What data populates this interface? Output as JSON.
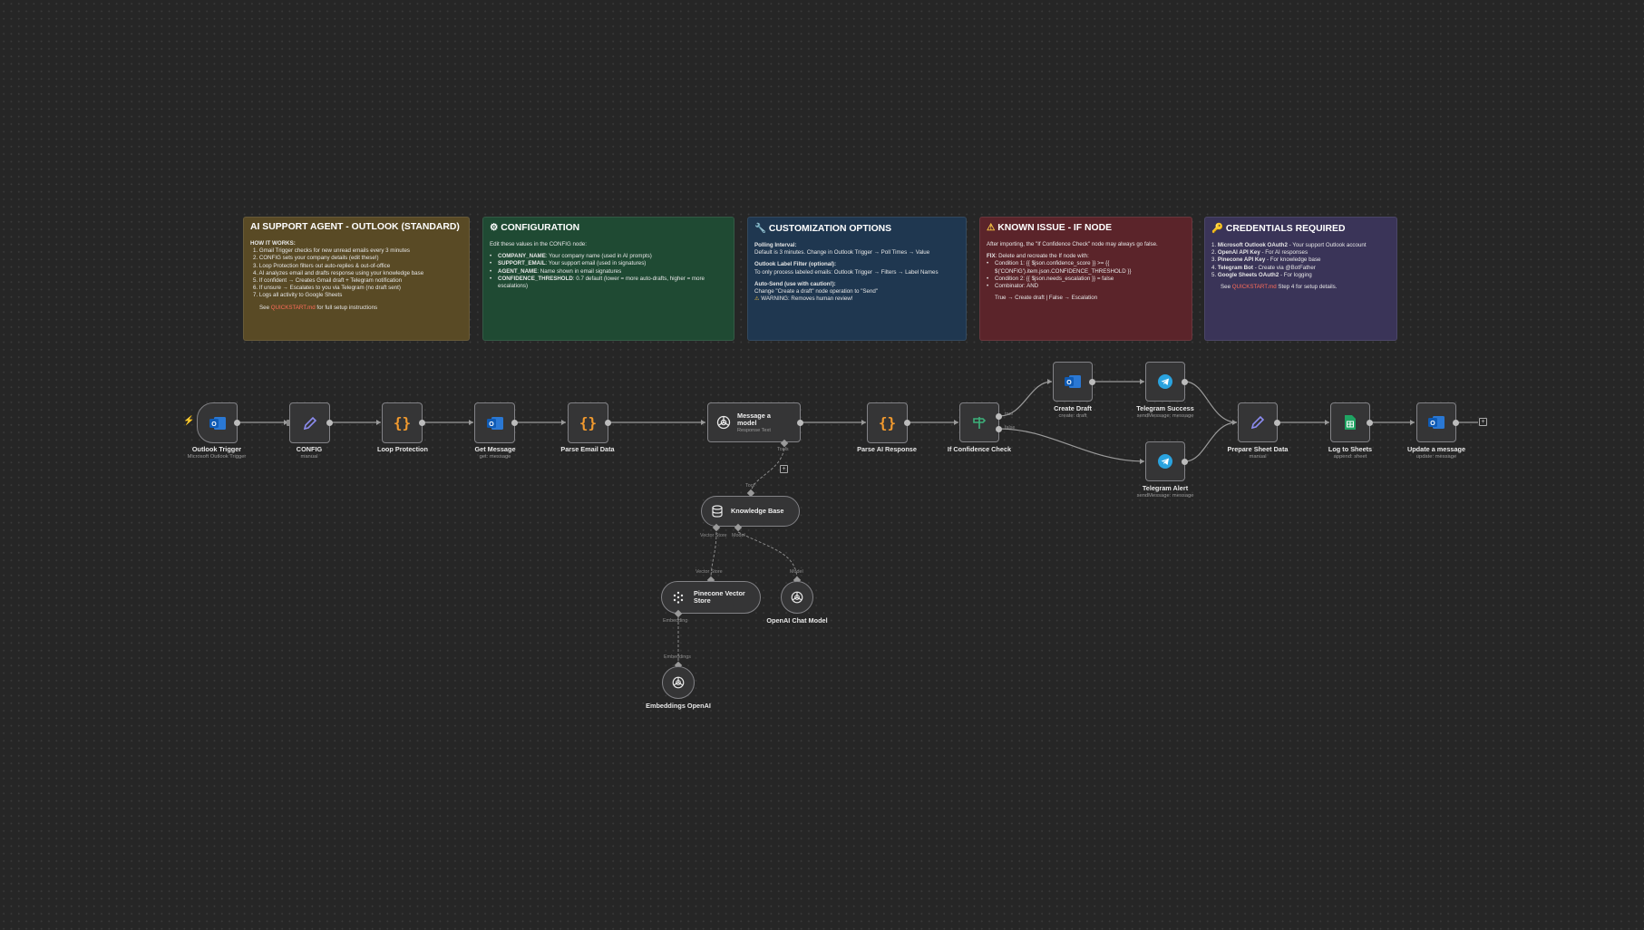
{
  "canvas": {
    "background": "#262626",
    "edge_color": "#9a9a9a",
    "trigger_bolt_color": "#ff6d5a"
  },
  "sticky_notes": {
    "n1": {
      "color": "#594a25",
      "title": "AI SUPPORT AGENT - OUTLOOK (STANDARD)",
      "l0": "HOW IT WORKS:",
      "l1": "1. Gmail Trigger checks for new unread emails every 3 minutes",
      "l2": "2. CONFIG sets your company details (edit these!)",
      "l3": "3. Loop Protection filters out auto-replies & out-of-office",
      "l4": "4. AI analyzes email and drafts response using your knowledge base",
      "l5": "5. If confident → Creates Gmail draft + Telegram notification",
      "l6": "6. If unsure → Escalates to you via Telegram (no draft sent)",
      "l7": "7. Logs all activity to Google Sheets",
      "l8a": "See ",
      "l8b": "QUICKSTART.md",
      "l8c": " for full setup instructions"
    },
    "n2": {
      "color": "#1f4a33",
      "title": "CONFIGURATION",
      "l0": "Edit these values in the CONFIG node:",
      "k1": "COMPANY_NAME",
      "v1": ": Your company name (used in AI prompts)",
      "k2": "SUPPORT_EMAIL",
      "v2": ": Your support email (used in signatures)",
      "k3": "AGENT_NAME",
      "v3": ": Name shown in email signatures",
      "k4": "CONFIDENCE_THRESHOLD",
      "v4": ": 0.7 default (lower = more auto-drafts, higher = more",
      "v4b": "escalations)"
    },
    "n3": {
      "color": "#1f3750",
      "title": "CUSTOMIZATION OPTIONS",
      "h1": "Polling Interval:",
      "l1": "Default is 3 minutes. Change in Outlook Trigger → Poll Times → Value",
      "h2": "Outlook Label Filter (optional):",
      "l2": "To only process labeled emails: Outlook Trigger → Filters → Label Names",
      "h3": "Auto-Send (use with caution!):",
      "l3": "Change \"Create a draft\" node operation to \"Send\"",
      "l4": "WARNING: Removes human review!"
    },
    "n4": {
      "color": "#5b242a",
      "title": "KNOWN ISSUE - IF NODE",
      "l0": "After importing, the \"If Confidence Check\" node may always go false.",
      "l1a": "FIX",
      "l1b": ": Delete and recreate the If node with:",
      "l2": "Condition 1: {{ $json.confidence_score }} >= {{",
      "l2b": "$('CONFIG').item.json.CONFIDENCE_THRESHOLD }}",
      "l3": "Condition 2: {{ $json.needs_escalation }} = false",
      "l4": "Combinator: AND",
      "l5": "True → Create draft | False → Escalation"
    },
    "n5": {
      "color": "#3a3458",
      "title": "CREDENTIALS REQUIRED",
      "k1": "Microsoft Outlook OAuth2",
      "v1": " - Your support Outlook account",
      "k2": "OpenAI API Key",
      "v2": " - For AI responses",
      "k3": "Pinecone API Key",
      "v3": " - For knowledge base",
      "k4": "Telegram Bot",
      "v4": " - Create via @BotFather",
      "k5": "Google Sheets OAuth2",
      "v5": " - For logging",
      "l6a": "See ",
      "l6b": "QUICKSTART.md",
      "l6c": " Step 4 for setup details."
    }
  },
  "nodes": {
    "outlook_trigger": {
      "label": "Outlook Trigger",
      "sub": "Microsoft Outlook Trigger",
      "icon": "outlook-icon"
    },
    "config": {
      "label": "CONFIG",
      "sub": "manual",
      "icon": "pencil-icon"
    },
    "loop_protection": {
      "label": "Loop Protection",
      "icon": "code-braces-icon"
    },
    "get_message": {
      "label": "Get Message",
      "sub": "get: message",
      "icon": "outlook-icon"
    },
    "parse_email": {
      "label": "Parse Email Data",
      "icon": "code-braces-icon"
    },
    "message_model": {
      "label": "Message a model",
      "sub": "Response Text",
      "icon": "openai-icon",
      "port_tools": "Tools"
    },
    "parse_ai": {
      "label": "Parse AI Response",
      "icon": "code-braces-icon"
    },
    "if_check": {
      "label": "If Confidence Check",
      "icon": "if-signpost-icon",
      "true_label": "true",
      "false_label": "false"
    },
    "create_draft": {
      "label": "Create Draft",
      "sub": "create: draft",
      "icon": "outlook-icon"
    },
    "tg_success": {
      "label": "Telegram Success",
      "sub": "sendMessage: message",
      "icon": "telegram-icon"
    },
    "tg_alert": {
      "label": "Telegram Alert",
      "sub": "sendMessage: message",
      "icon": "telegram-icon"
    },
    "prepare_sheet": {
      "label": "Prepare Sheet Data",
      "sub": "manual",
      "icon": "pencil-icon"
    },
    "log_sheets": {
      "label": "Log to Sheets",
      "sub": "append: sheet",
      "icon": "google-sheets-icon"
    },
    "update_message": {
      "label": "Update a message",
      "sub": "update: message",
      "icon": "outlook-icon"
    },
    "knowledge_base": {
      "label": "Knowledge Base",
      "icon": "database-icon",
      "tool_label": "Tool",
      "port_vs": "Vector Store",
      "port_model": "Model"
    },
    "pinecone": {
      "label": "Pinecone Vector Store",
      "icon": "pinecone-icon",
      "top_label": "Vector Store",
      "port_emb": "Embedding"
    },
    "openai_chat": {
      "label": "OpenAI Chat Model",
      "icon": "openai-icon",
      "top_label": "Model"
    },
    "embeddings": {
      "label": "Embeddings OpenAI",
      "icon": "openai-icon",
      "top_label": "Embeddings"
    }
  }
}
